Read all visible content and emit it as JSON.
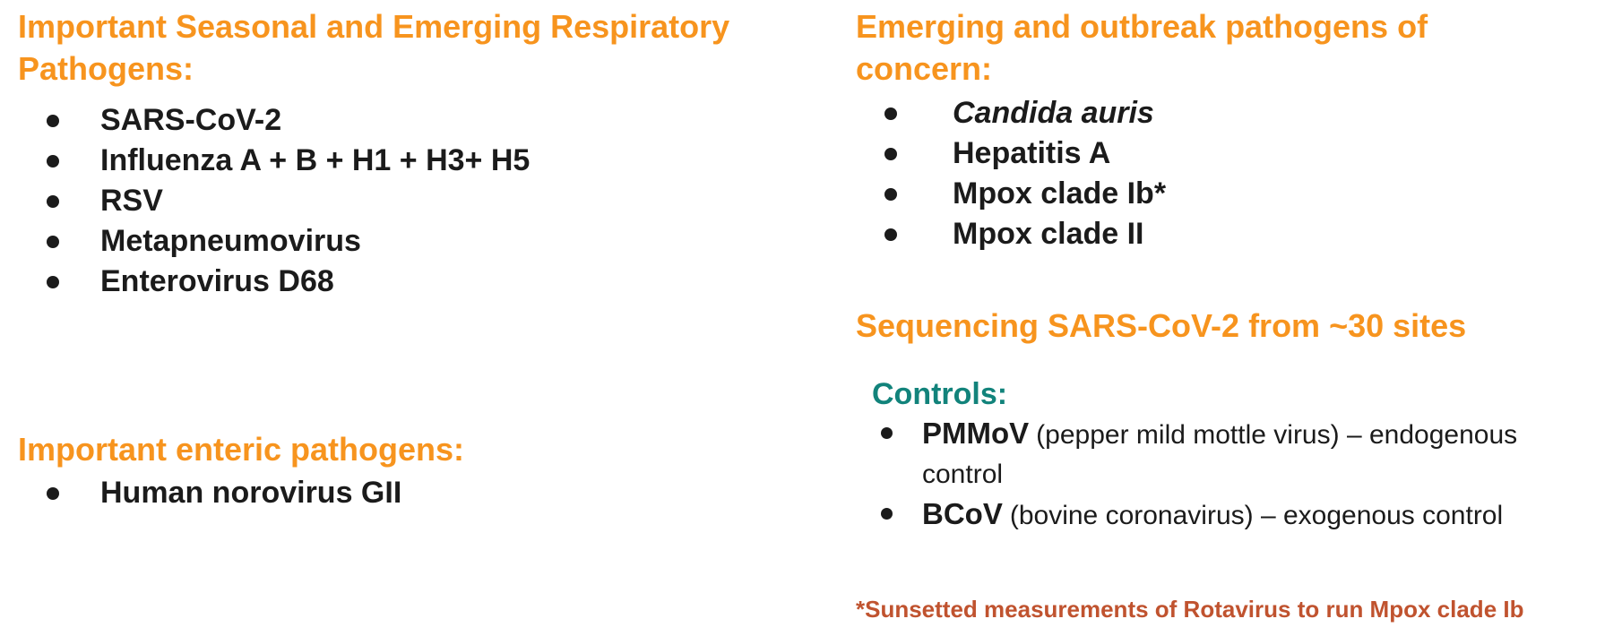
{
  "slide": {
    "background": "#FFFFFF",
    "colors": {
      "orange_heading": "#F7941E",
      "teal_heading": "#12837B",
      "body_text": "#1B1B1B",
      "footnote_text": "#C0532F"
    }
  },
  "left_column": {
    "respiratory_section": {
      "heading": "Important Seasonal and Emerging Respiratory Pathogens:",
      "items": [
        "SARS-CoV-2",
        "Influenza A + B + H1 + H3+ H5",
        "RSV",
        "Metapneumovirus",
        "Enterovirus D68"
      ]
    },
    "enteric_section": {
      "heading": "Important enteric pathogens:",
      "items": [
        "Human norovirus GII"
      ]
    }
  },
  "right_column": {
    "emerging_section": {
      "heading": "Emerging and outbreak pathogens of concern:",
      "items": [
        "Candida auris",
        "Hepatitis A",
        "Mpox clade Ib*",
        "Mpox clade II"
      ]
    },
    "sequencing_heading": "Sequencing SARS-CoV-2 from ~30 sites",
    "controls_section": {
      "heading": "Controls:",
      "items": [
        {
          "abbr": "PMMoV",
          "description": "(pepper mild mottle virus) – endogenous control"
        },
        {
          "abbr": "BCoV",
          "description": "(bovine coronavirus) – exogenous control"
        }
      ]
    },
    "footnote": "*Sunsetted measurements of Rotavirus to run Mpox clade Ib"
  }
}
